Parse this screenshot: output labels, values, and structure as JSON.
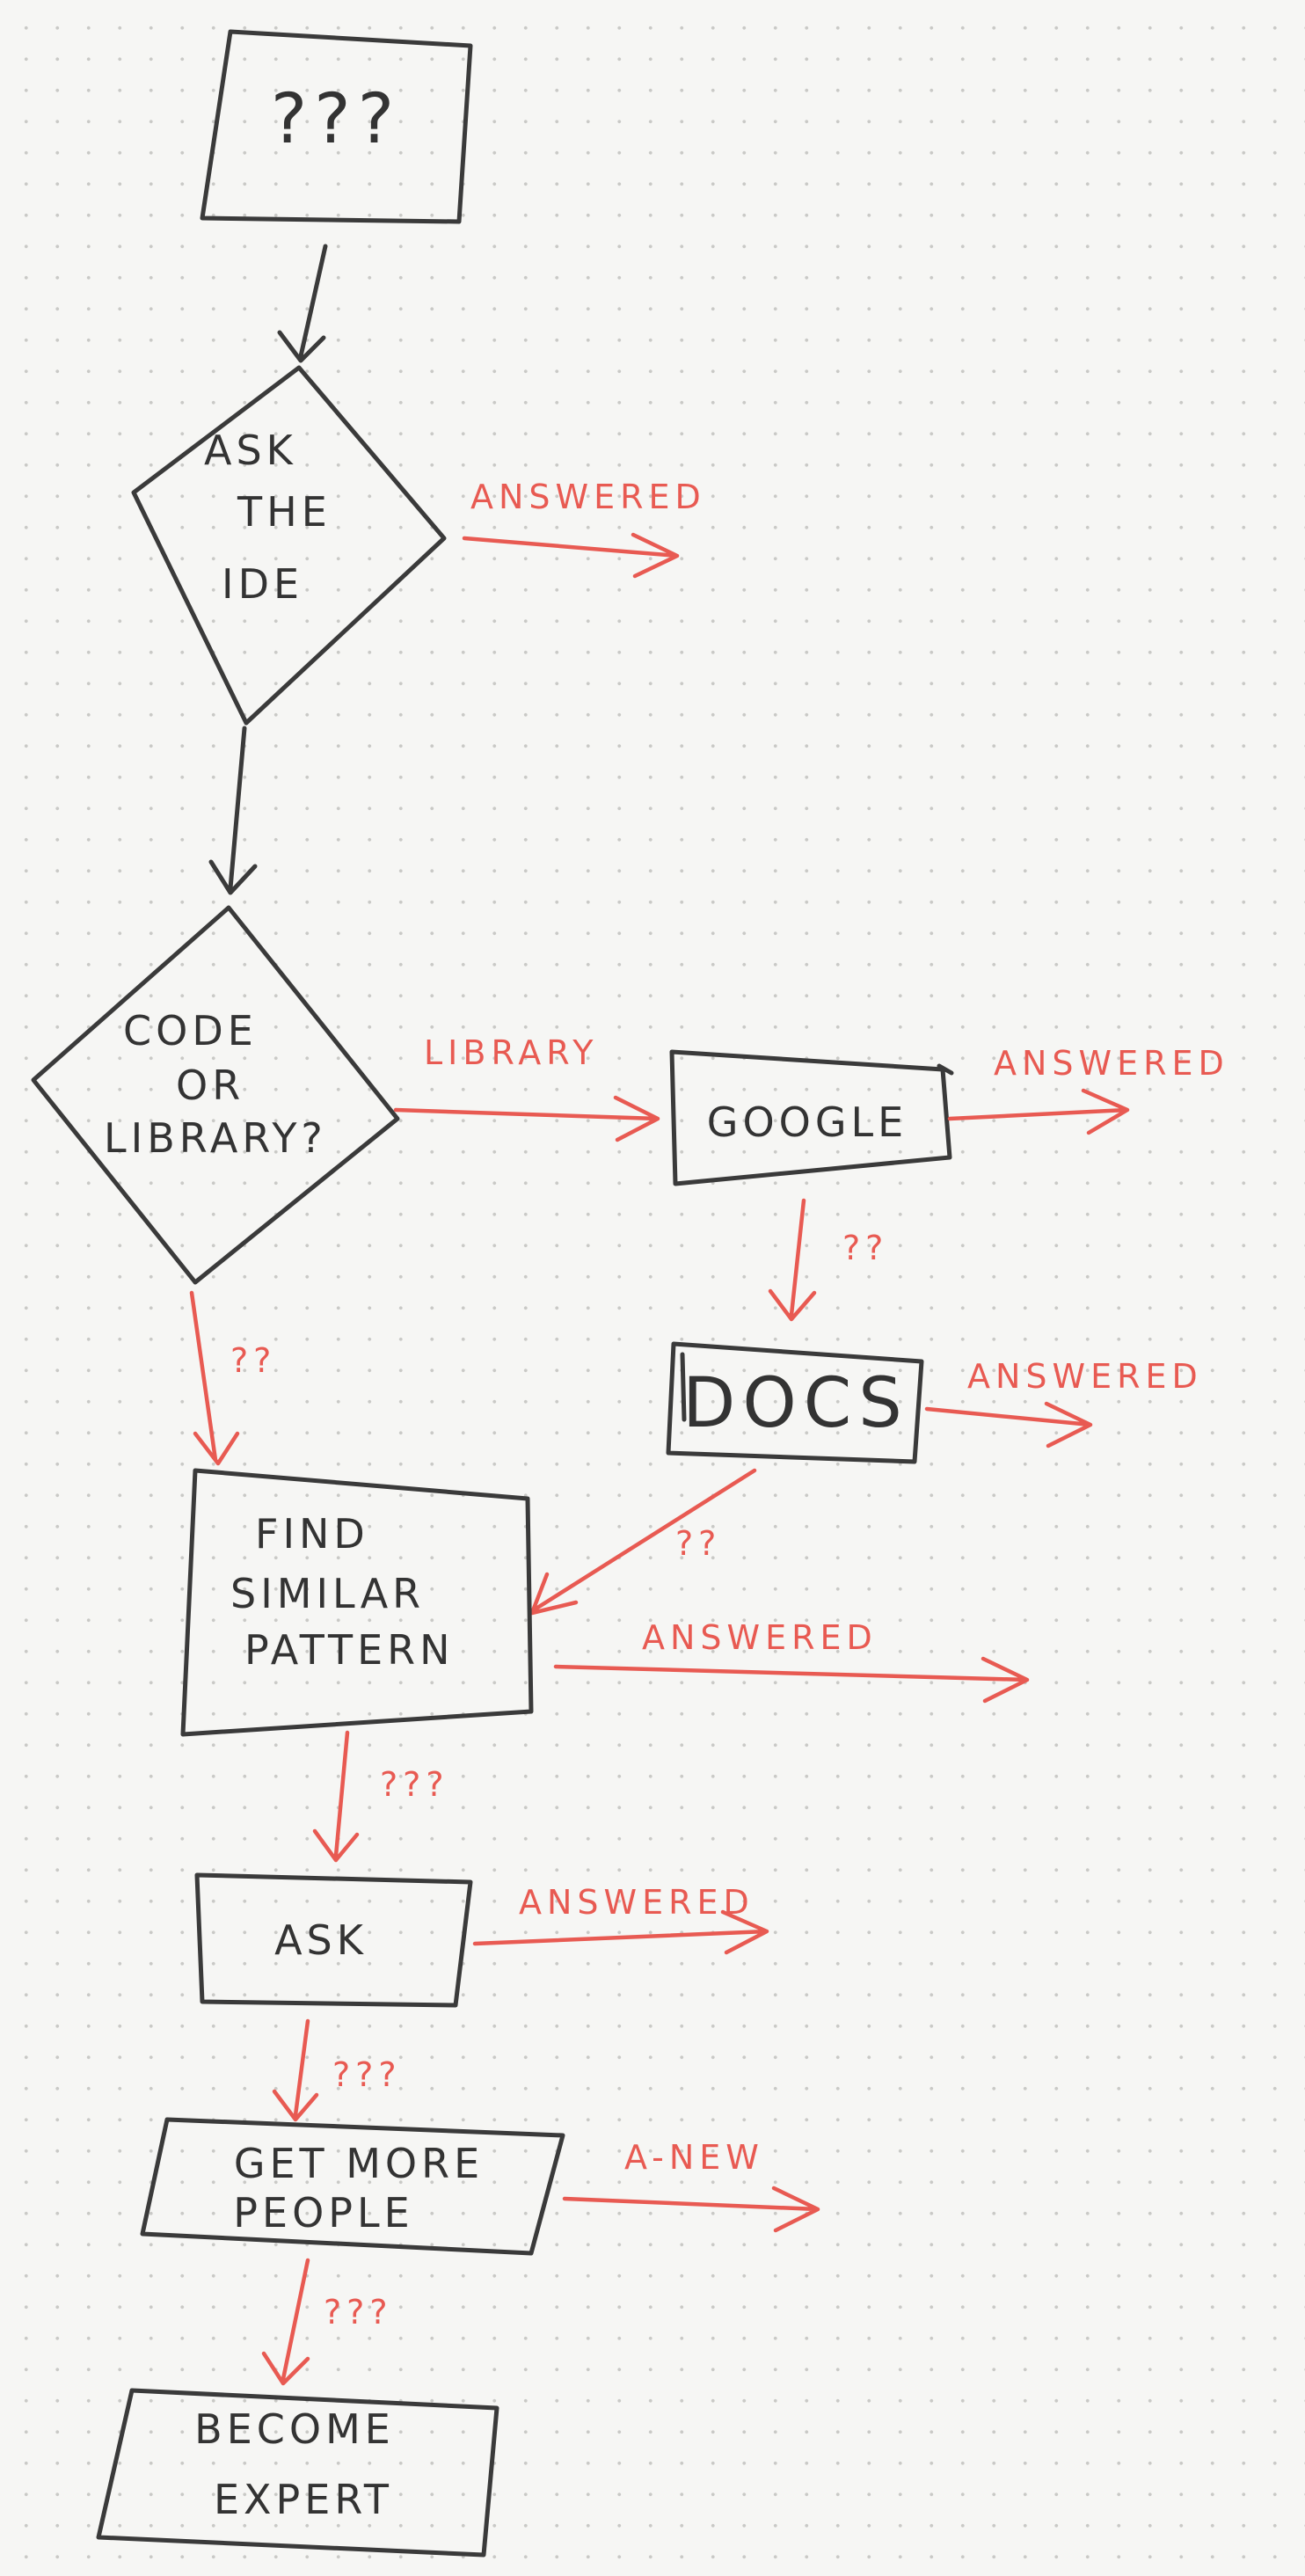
{
  "colors": {
    "ink": "#3a3a3a",
    "annotation": "#e85a52",
    "paper": "#f6f6f4"
  },
  "nodes": {
    "start": "???",
    "ask_ide": [
      "ASK",
      "THE",
      "IDE"
    ],
    "code_or_library": [
      "CODE",
      "OR",
      "LIBRARY?"
    ],
    "google": "GOOGLE",
    "docs": "DOCS",
    "find_similar": [
      "FIND",
      "SIMILAR",
      "PATTERN"
    ],
    "ask": "ASK",
    "get_more_people": [
      "GET MORE",
      "PEOPLE"
    ],
    "become_expert": [
      "BECOME",
      "EXPERT"
    ]
  },
  "edges": {
    "ask_ide_answered": "ANSWERED",
    "library": "LIBRARY",
    "google_answered": "ANSWERED",
    "google_to_docs": "??",
    "docs_answered": "ANSWERED",
    "code_to_find": "??",
    "docs_to_find": "??",
    "find_answered": "ANSWERED",
    "find_to_ask": "???",
    "ask_answered": "ANSWERED",
    "ask_to_people": "???",
    "people_result": "A-NEW",
    "people_to_expert": "???"
  }
}
